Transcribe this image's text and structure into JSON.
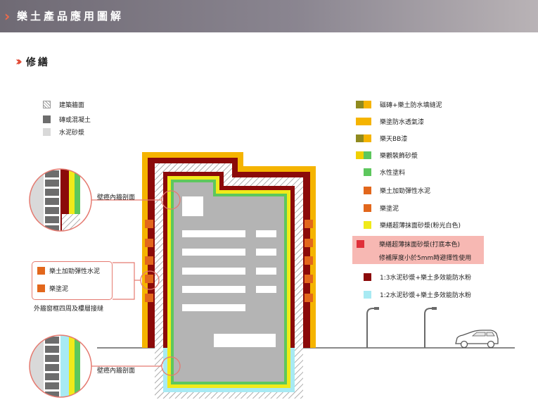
{
  "header": {
    "title": "樂土產品應用圖解"
  },
  "section": {
    "title": "修繕"
  },
  "material_legend": [
    {
      "label": "建築牆面",
      "type": "hatch"
    },
    {
      "label": "磚或混凝土",
      "color": "#6d6d6d"
    },
    {
      "label": "水泥砂漿",
      "color": "#d9d9d9"
    }
  ],
  "product_legend": [
    {
      "label": "磁磚+樂土防水填縫泥",
      "colors": [
        "#8f8a1f",
        "#f5b400"
      ]
    },
    {
      "label": "樂塗防水透氣漆",
      "colors": [
        "#f5b400",
        "#f5b400"
      ]
    },
    {
      "label": "樂天BB漆",
      "colors": [
        "#8f8a1f",
        "#f5b400"
      ]
    },
    {
      "label": "樂觀裝飾砂漿",
      "colors": [
        "#f0d000",
        "#5dc75d"
      ]
    },
    {
      "label": "水性塗料",
      "colors": [
        "#5dc75d"
      ]
    },
    {
      "label": "樂土加勁彈性水泥",
      "colors": [
        "#e2671c"
      ]
    },
    {
      "label": "樂塗泥",
      "colors": [
        "#e2671c"
      ]
    },
    {
      "label": "樂繕超薄抹面砂漿(粉光白色)",
      "colors": [
        "#f0ea1a"
      ]
    }
  ],
  "highlight_legend": {
    "label": "樂繕超薄抹面砂漿(打底本色)",
    "note": "修補厚度小於5mm時避擇性使用",
    "color": "#e0303a",
    "bg": "#f7b8b3"
  },
  "mortar_legend": [
    {
      "label": "1:3水泥砂漿+樂土多效能防水粉",
      "color": "#8b0a0a"
    },
    {
      "label": "1:2水泥砂漿+樂土多效能防水粉",
      "color": "#a8eaf3"
    }
  ],
  "callouts": {
    "wall_section_top": "壁癌內牆剖面",
    "wall_section_bottom": "壁癌內牆剖面",
    "window_item1": "樂土加勁彈性水泥",
    "window_item2": "樂塗泥",
    "window_caption": "外牆窗框四周及樓層接縫"
  }
}
